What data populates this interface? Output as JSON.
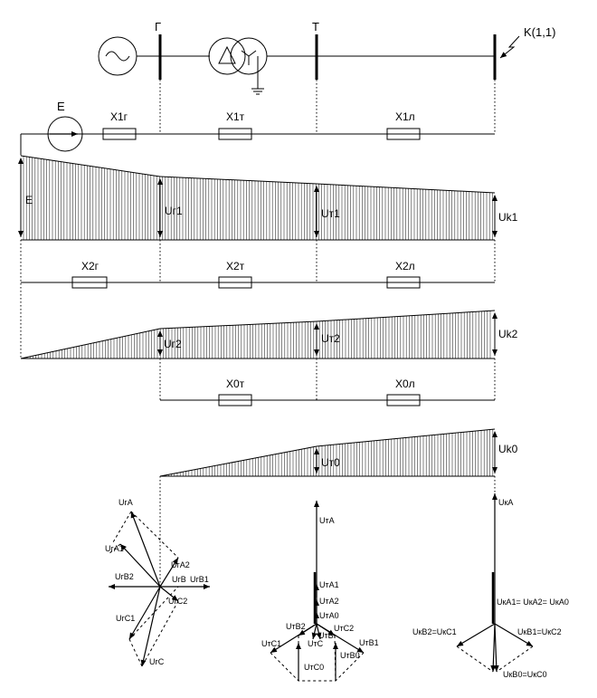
{
  "busbars": {
    "g": "Г",
    "t": "Т"
  },
  "fault": "K(1,1)",
  "emf": "E",
  "reactances": {
    "x1g": "X1г",
    "x1t": "X1т",
    "x1l": "X1л",
    "x2g": "X2г",
    "x2t": "X2т",
    "x2l": "X2л",
    "x0t": "X0т",
    "x0l": "X0л"
  },
  "voltages": {
    "e": "E",
    "ug1": "Uг1",
    "ut1": "Uт1",
    "uk1": "Uk1",
    "ug2": "Uг2",
    "ut2": "Uт2",
    "uk2": "Uk2",
    "ut0": "Uт0",
    "uk0": "Uk0"
  },
  "phasors_g": {
    "a": "UгA",
    "a1": "UгA1",
    "a2": "UгA2",
    "b2": "UгB2",
    "b": "UгB",
    "b1": "UгB1",
    "c2": "UгC2",
    "c1": "UгC1",
    "c": "UгC"
  },
  "phasors_t": {
    "a": "UтA",
    "a1": "UтA1",
    "a2": "UтA2",
    "a0": "UтA0",
    "b2": "UтB2",
    "c2": "UтC2",
    "c1": "UтC1",
    "b1": "UтB1",
    "b": "UтB",
    "cc": "UтC",
    "b0": "UтB0",
    "c0": "UтC0"
  },
  "phasors_k": {
    "a": "UкA",
    "a_eq": "UкA1= UкA2= UкA0",
    "b2c1": "UкB2=UкC1",
    "b1c2": "UкB1=UкC2",
    "b0c0": "UкB0=UкC0"
  }
}
